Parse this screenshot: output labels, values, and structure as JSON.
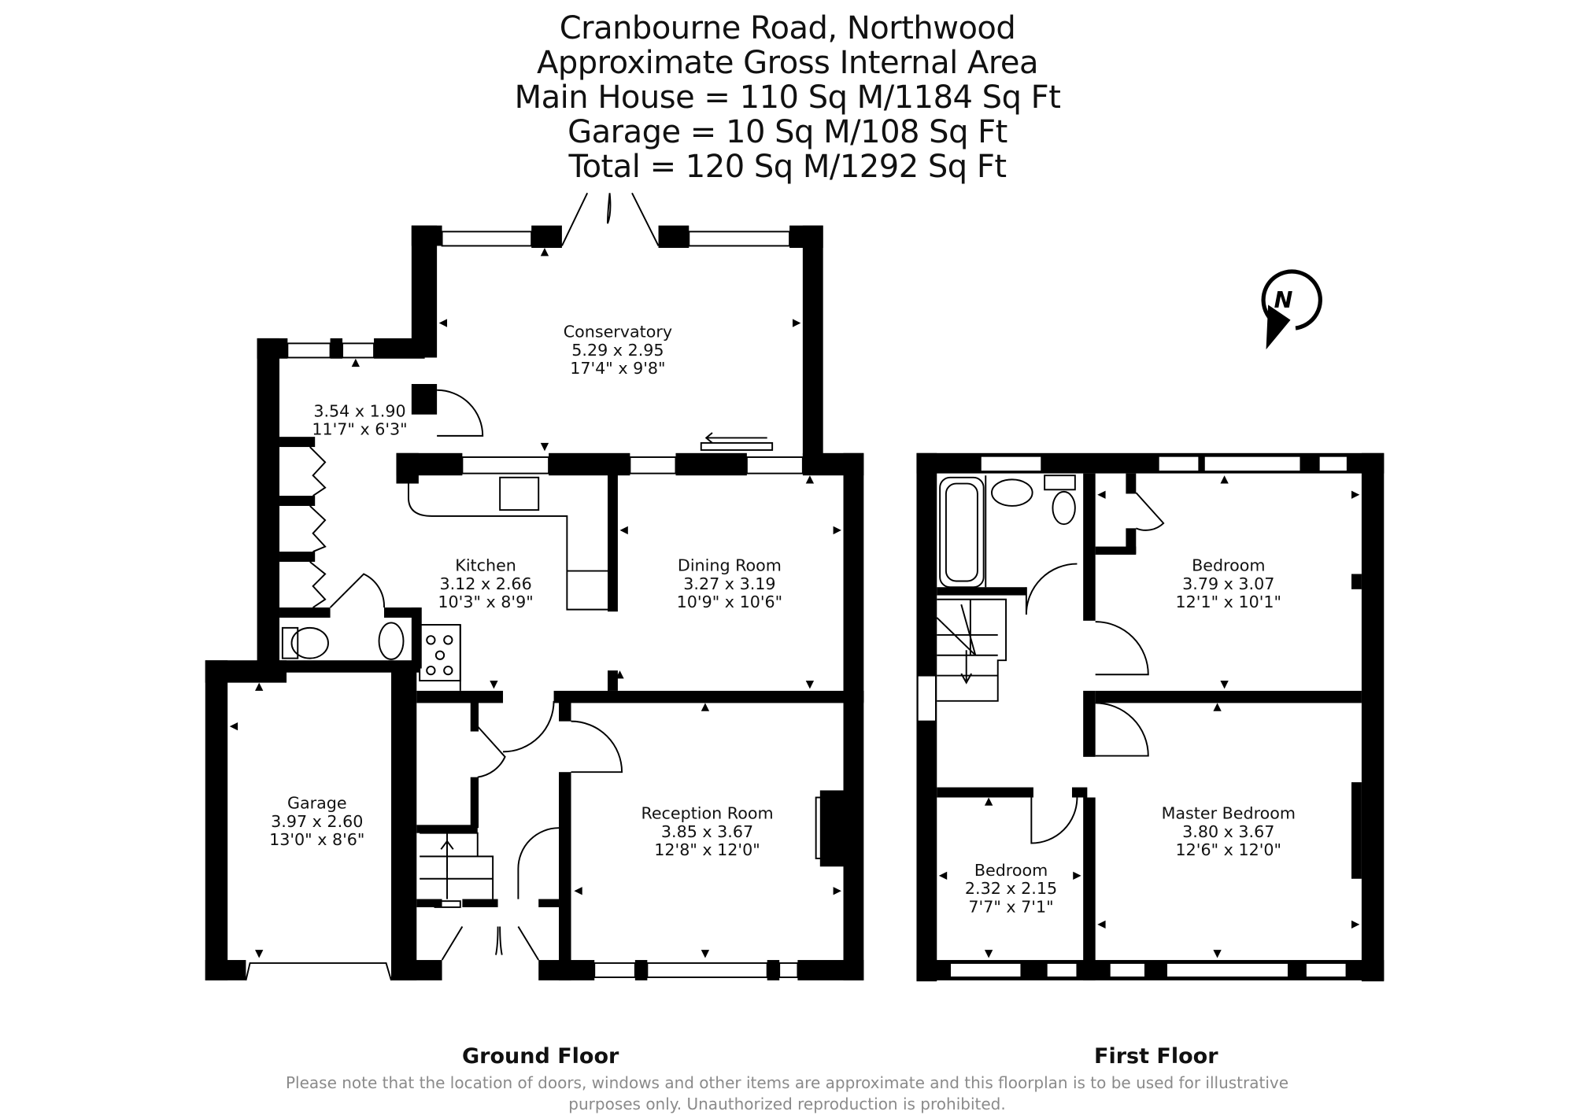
{
  "header": {
    "address": "Cranbourne Road, Northwood",
    "subtitle": "Approximate Gross Internal Area",
    "main_house": "Main House = 110 Sq M/1184 Sq Ft",
    "garage": "Garage = 10 Sq M/108 Sq Ft",
    "total": "Total = 120 Sq M/1292 Sq Ft"
  },
  "compass": {
    "label": "N",
    "icon": "north-compass-icon"
  },
  "ground_floor": {
    "label": "Ground Floor",
    "rooms": [
      {
        "name": "Conservatory",
        "metric": "5.29 x 2.95",
        "imperial": "17'4\" x 9'8\""
      },
      {
        "name": "",
        "metric": "3.54 x 1.90",
        "imperial": "11'7\" x 6'3\""
      },
      {
        "name": "Kitchen",
        "metric": "3.12 x 2.66",
        "imperial": "10'3\" x 8'9\""
      },
      {
        "name": "Dining Room",
        "metric": "3.27 x 3.19",
        "imperial": "10'9\" x 10'6\""
      },
      {
        "name": "Garage",
        "metric": "3.97 x 2.60",
        "imperial": "13'0\" x 8'6\""
      },
      {
        "name": "Reception Room",
        "metric": "3.85 x 3.67",
        "imperial": "12'8\" x 12'0\""
      }
    ]
  },
  "first_floor": {
    "label": "First Floor",
    "rooms": [
      {
        "name": "Bedroom",
        "metric": "3.79 x 3.07",
        "imperial": "12'1\" x 10'1\""
      },
      {
        "name": "Master Bedroom",
        "metric": "3.80 x 3.67",
        "imperial": "12'6\" x 12'0\""
      },
      {
        "name": "Bedroom",
        "metric": "2.32 x 2.15",
        "imperial": "7'7\" x 7'1\""
      }
    ]
  },
  "disclaimer": {
    "line1": "Please note that the location of doors, windows and other items are approximate and this floorplan is to be used for illustrative",
    "line2": "purposes only. Unauthorized reproduction is prohibited."
  },
  "colors": {
    "walls": "#000000",
    "disclaimer": "#8a8a8a",
    "background": "#ffffff"
  }
}
